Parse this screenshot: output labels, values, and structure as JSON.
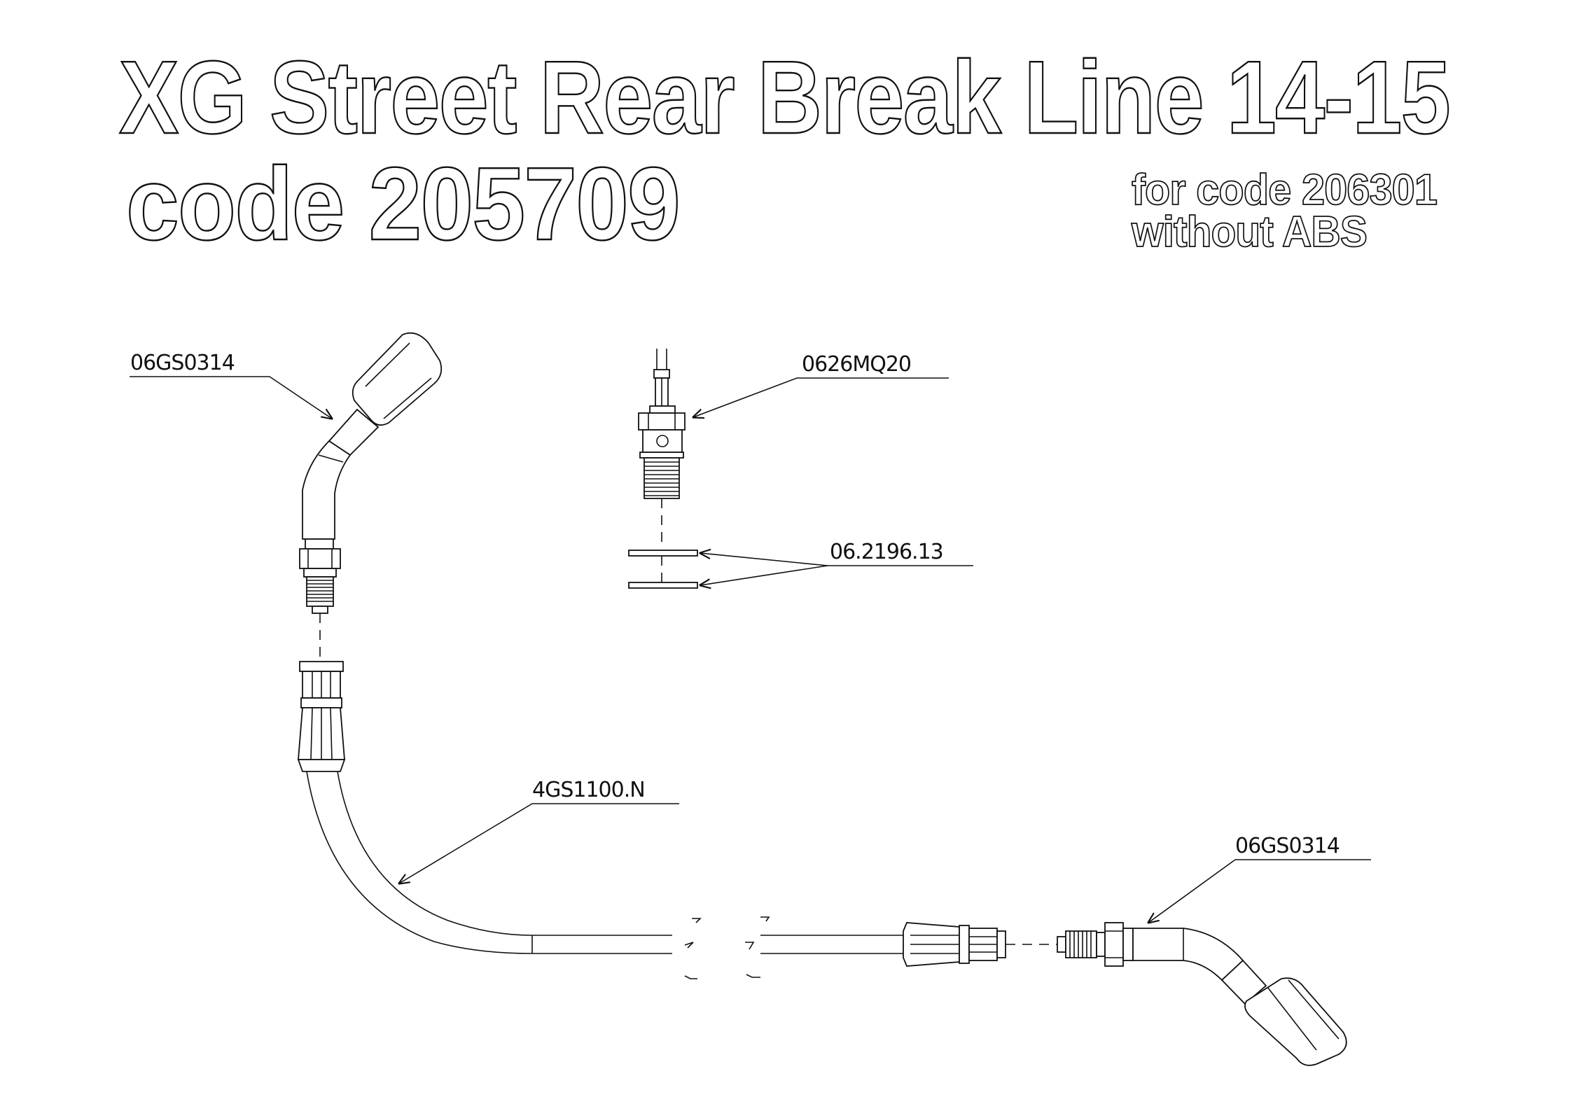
{
  "title": {
    "line1": "XG Street Rear Break Line 14-15",
    "line2": "code 205709"
  },
  "note": {
    "line1": "for code 206301",
    "line2": "without ABS"
  },
  "parts": {
    "banjo_top": "06GS0314",
    "bleeder": "0626MQ20",
    "washers": "06.2196.13",
    "hose": "4GS1100.N",
    "banjo_right": "06GS0314"
  }
}
